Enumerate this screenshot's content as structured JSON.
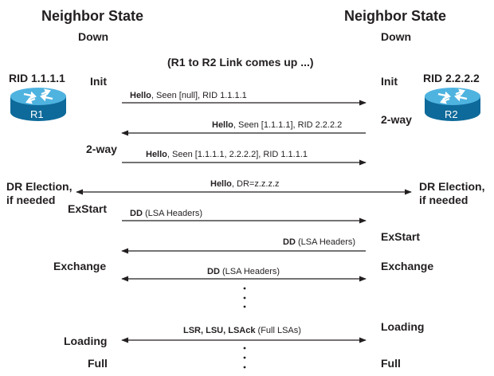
{
  "left": {
    "header": "Neighbor State",
    "router_id": "RID 1.1.1.1",
    "router_name": "R1",
    "states": {
      "down": "Down",
      "init": "Init",
      "two_way": "2-way",
      "exstart": "ExStart",
      "exchange": "Exchange",
      "loading": "Loading",
      "full": "Full"
    },
    "dr_line1": "DR Election,",
    "dr_line2": "if needed"
  },
  "right": {
    "header": "Neighbor State",
    "router_id": "RID 2.2.2.2",
    "router_name": "R2",
    "states": {
      "down": "Down",
      "init": "Init",
      "two_way": "2-way",
      "exstart": "ExStart",
      "exchange": "Exchange",
      "loading": "Loading",
      "full": "Full"
    },
    "dr_line1": "DR Election,",
    "dr_line2": "if needed"
  },
  "event": "(R1 to R2 Link comes up ...)",
  "messages": {
    "m1": {
      "bold": "Hello",
      "rest": ", Seen [null], RID 1.1.1.1"
    },
    "m2": {
      "bold": "Hello",
      "rest": ", Seen [1.1.1.1], RID 2.2.2.2"
    },
    "m3": {
      "bold": "Hello",
      "rest": ", Seen [1.1.1.1, 2.2.2.2], RID 1.1.1.1"
    },
    "m4": {
      "bold": "Hello",
      "rest": ", DR=z.z.z.z"
    },
    "m5": {
      "bold": "DD",
      "rest": " (LSA Headers)"
    },
    "m6": {
      "bold": "DD",
      "rest": " (LSA Headers)"
    },
    "m7": {
      "bold": "DD",
      "rest": " (LSA Headers)"
    },
    "m8": {
      "bold": "LSR, LSU, LSAck",
      "rest": " (Full LSAs)"
    }
  },
  "colors": {
    "text": "#231f20",
    "router_fill": "#1a8fc9",
    "router_dark": "#0e6a9a",
    "router_top": "#4fb3e0"
  }
}
